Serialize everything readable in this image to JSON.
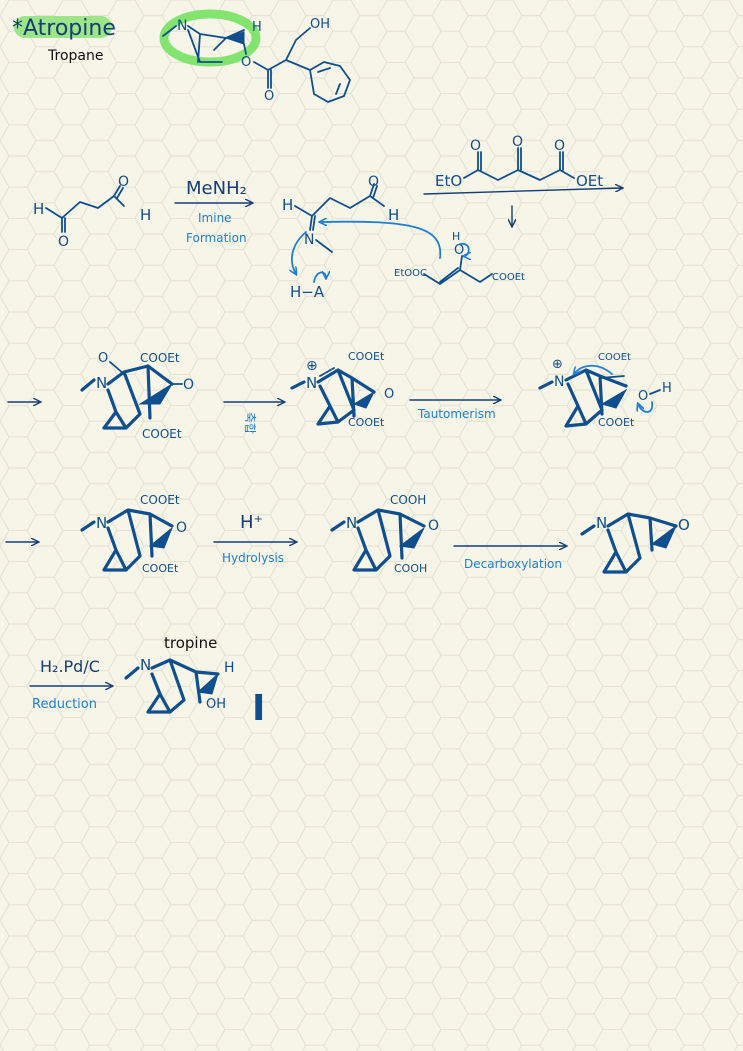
{
  "page": {
    "title": "*Atropine",
    "subtitle": "Tropane",
    "highlight_color": "#7ee06a"
  },
  "colors": {
    "background": "#f7f4e8",
    "hex_grid": "#e3e0d2",
    "ink": "#0f4f8e",
    "reagent_ink": "#163e74",
    "label_blue": "#1f7fd6"
  },
  "atoms": {
    "N": "N",
    "H": "H",
    "O": "O",
    "OH": "OH",
    "H_A": "H−A",
    "plus": "⊕",
    "EtO": "EtO",
    "OEt": "OEt",
    "EtOOC": "EtOOC",
    "COOEt": "COOEt",
    "COOH": "COOH"
  },
  "reactions": {
    "imine_reagent": "MeNH₂",
    "imine_label_1": "Imine",
    "imine_label_2": "Formation",
    "cyclization_label": "축합",
    "tautomerism_label": "Tautomerism",
    "hydrolysis_reagent": "H⁺",
    "hydrolysis_label": "Hydrolysis",
    "decarboxylation_label": "Decarboxylation",
    "reduction_reagent": "H₂.Pd/C",
    "reduction_label": "Reduction"
  },
  "products": {
    "tropine_label": "tropine",
    "roman_numeral": "I"
  }
}
